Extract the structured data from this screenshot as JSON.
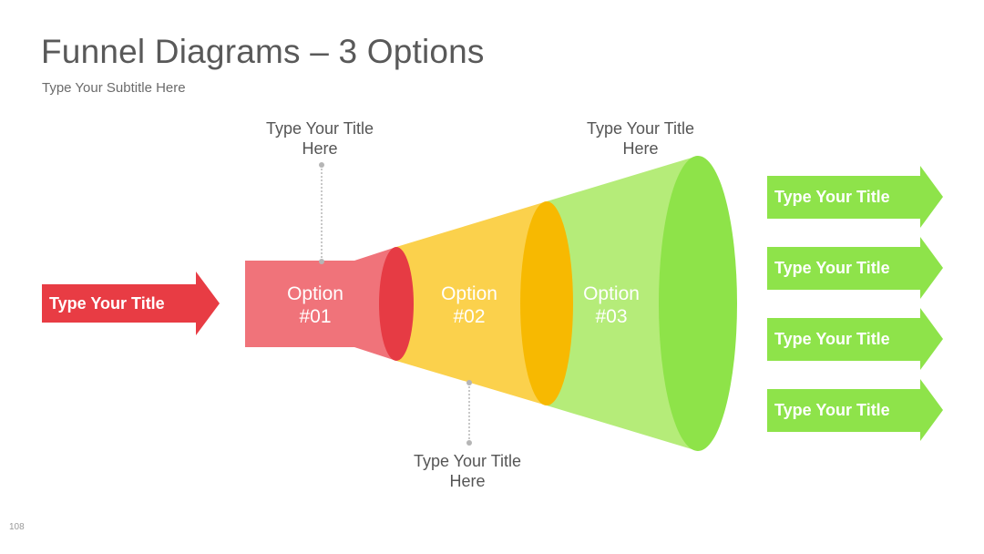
{
  "header": {
    "title": "Funnel Diagrams – 3 Options",
    "subtitle": "Type Your Subtitle Here"
  },
  "page_number": "108",
  "input_arrow": {
    "label": "Type Your Title",
    "color": "#e83c44"
  },
  "stages": [
    {
      "label_line1": "Option",
      "label_line2": "#01",
      "body_color": "#f0737a",
      "ring_color": "#e63b44"
    },
    {
      "label_line1": "Option",
      "label_line2": "#02",
      "body_color": "#fbd14c",
      "ring_color": "#f7b901"
    },
    {
      "label_line1": "Option",
      "label_line2": "#03",
      "body_color": "#b5ec79",
      "ring_color": "#8ee349"
    }
  ],
  "callouts": [
    {
      "line1": "Type Your Title",
      "line2": "Here"
    },
    {
      "line1": "Type Your Title",
      "line2": "Here"
    },
    {
      "line1": "Type Your Title",
      "line2": "Here"
    }
  ],
  "output_arrows": [
    {
      "label": "Type Your Title"
    },
    {
      "label": "Type Your Title"
    },
    {
      "label": "Type Your Title"
    },
    {
      "label": "Type Your Title"
    }
  ],
  "colors": {
    "output_arrow": "#8ee34a",
    "leader_line": "#b5b5b5"
  }
}
